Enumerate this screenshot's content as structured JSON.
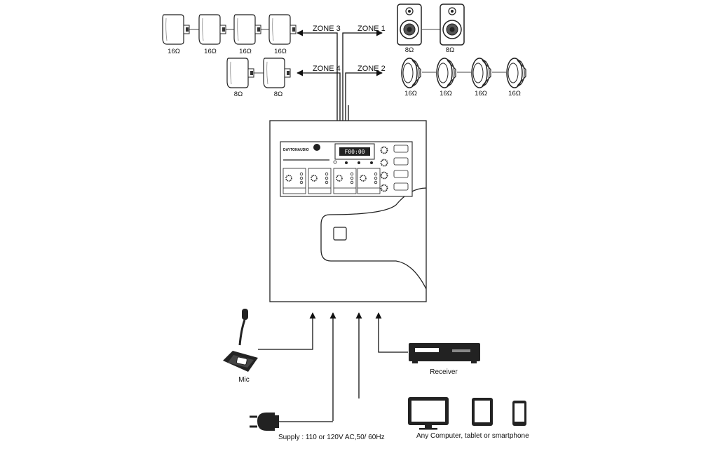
{
  "zones": {
    "zone1": "ZONE 1",
    "zone2": "ZONE 2",
    "zone3": "ZONE 3",
    "zone4": "ZONE 4"
  },
  "speakers": {
    "zone3": [
      "16Ω",
      "16Ω",
      "16Ω",
      "16Ω"
    ],
    "zone4": [
      "8Ω",
      "8Ω"
    ],
    "zone1": [
      "8Ω",
      "8Ω"
    ],
    "zone2": [
      "16Ω",
      "16Ω",
      "16Ω",
      "16Ω"
    ]
  },
  "inputs": {
    "mic": "Mic",
    "receiver": "Receiver",
    "supply": "Supply : 110 or 120V AC,50/ 60Hz",
    "devices": "Any Computer, tablet or smartphone"
  },
  "panel": {
    "brand": "DAYTONAUDIO",
    "display": "F00:00"
  },
  "colors": {
    "line": "#111111",
    "background": "#ffffff"
  }
}
